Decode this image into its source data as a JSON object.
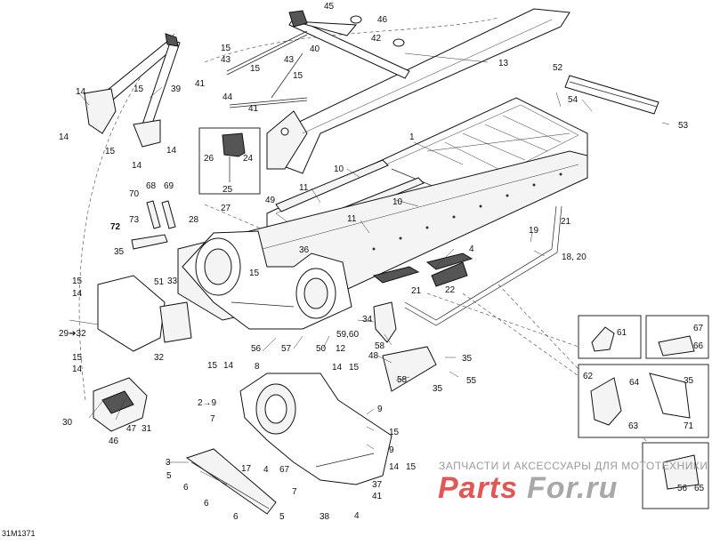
{
  "diagram": {
    "drawing_code": "31M1371",
    "watermark": {
      "top_text": "ЗАПЧАСТИ И АКСЕССУАРЫ ДЛЯ МОТОТЕХНИКИ",
      "brand_red": "Parts",
      "brand_grey": "For.ru"
    },
    "callouts": {
      "c1": "1",
      "c2": "2→9",
      "c3": "3",
      "c4a": "4",
      "c4b": "4",
      "c4c": "4",
      "c5a": "5",
      "c5b": "5",
      "c6a": "6",
      "c6b": "6",
      "c6c": "6",
      "c7a": "7",
      "c7b": "7",
      "c8": "8",
      "c9a": "9",
      "c9b": "9",
      "c10a": "10",
      "c10b": "10",
      "c11a": "11",
      "c11b": "11",
      "c12": "12",
      "c13": "13",
      "c14a": "14",
      "c14b": "14",
      "c14c": "14",
      "c14d": "14",
      "c14e": "14",
      "c14f": "14",
      "c14g": "14",
      "c14h": "14",
      "c14i": "14",
      "c15a": "15",
      "c15b": "15",
      "c15c": "15",
      "c15d": "15",
      "c15e": "15",
      "c15f": "15",
      "c15g": "15",
      "c15h": "15",
      "c15i": "15",
      "c15j": "15",
      "c15k": "15",
      "c15l": "15",
      "c17": "17",
      "c1820": "18, 20",
      "c19": "19",
      "c21a": "21",
      "c21b": "21",
      "c22": "22",
      "c24": "24",
      "c25": "25",
      "c26": "26",
      "c27": "27",
      "c28": "28",
      "c2932": "29➔32",
      "c31": "31",
      "c32": "32",
      "c33": "33",
      "c34": "34",
      "c35a": "35",
      "c35b": "35",
      "c35c": "35",
      "c35d": "35",
      "c36": "36",
      "c37": "37",
      "c38": "38",
      "c39": "39",
      "c40": "40",
      "c41a": "41",
      "c41b": "41",
      "c41c": "41",
      "c42": "42",
      "c43a": "43",
      "c43b": "43",
      "c44": "44",
      "c45": "45",
      "c46a": "46",
      "c46b": "46",
      "c47": "47",
      "c48": "48",
      "c49": "49",
      "c50": "50",
      "c51": "51",
      "c52": "52",
      "c53": "53",
      "c54": "54",
      "c55": "55",
      "c56a": "56",
      "c56b": "56",
      "c57": "57",
      "c58a": "58",
      "c58b": "58",
      "c5960": "59,60",
      "c61": "61",
      "c62": "62",
      "c63": "63",
      "c64": "64",
      "c65": "65",
      "c66": "66",
      "c67a": "67",
      "c67b": "67",
      "c68": "68",
      "c69": "69",
      "c70": "70",
      "c71": "71",
      "c72": "72",
      "c73": "73",
      "c30": "30"
    }
  }
}
